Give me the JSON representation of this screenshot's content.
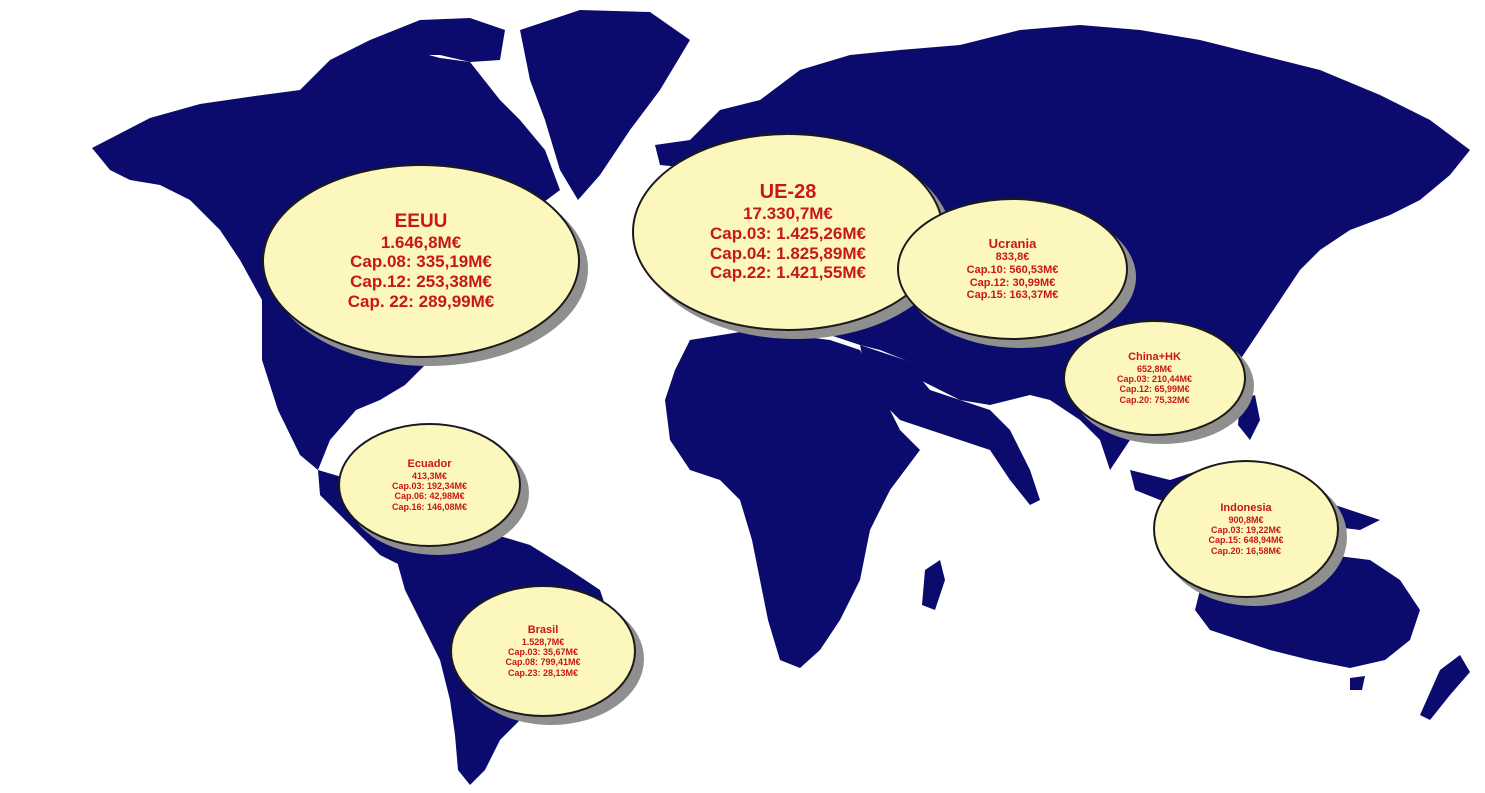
{
  "map": {
    "land_color": "#0b0b6e",
    "bubble_fill": "#fbf7bd",
    "text_color": "#c8161d"
  },
  "regions": {
    "eeuu": {
      "name": "EEUU",
      "total": "1.646,8M€",
      "lines": [
        "Cap.08: 335,19M€",
        "Cap.12: 253,38M€",
        "Cap. 22: 289,99M€"
      ]
    },
    "ue28": {
      "name": "UE-28",
      "total": "17.330,7M€",
      "lines": [
        "Cap.03: 1.425,26M€",
        "Cap.04: 1.825,89M€",
        "Cap.22: 1.421,55M€"
      ]
    },
    "ucrania": {
      "name": "Ucrania",
      "total": "833,8€",
      "lines": [
        "Cap.10: 560,53M€",
        "Cap.12: 30,99M€",
        "Cap.15: 163,37M€"
      ]
    },
    "china_hk": {
      "name": "China+HK",
      "total": "652,8M€",
      "lines": [
        "Cap.03: 210,44M€",
        "Cap.12: 65,99M€",
        "Cap.20: 75,32M€"
      ]
    },
    "indonesia": {
      "name": "Indonesia",
      "total": "900,8M€",
      "lines": [
        "Cap.03: 19,22M€",
        "Cap.15: 648,94M€",
        "Cap.20: 16,58M€"
      ]
    },
    "ecuador": {
      "name": "Ecuador",
      "total": "413,3M€",
      "lines": [
        "Cap.03: 192,34M€",
        "Cap.06: 42,98M€",
        "Cap.16: 146,08M€"
      ]
    },
    "brasil": {
      "name": "Brasil",
      "total": "1.528,7M€",
      "lines": [
        "Cap.03: 35,67M€",
        "Cap.08: 799,41M€",
        "Cap.23: 28,13M€"
      ]
    }
  }
}
